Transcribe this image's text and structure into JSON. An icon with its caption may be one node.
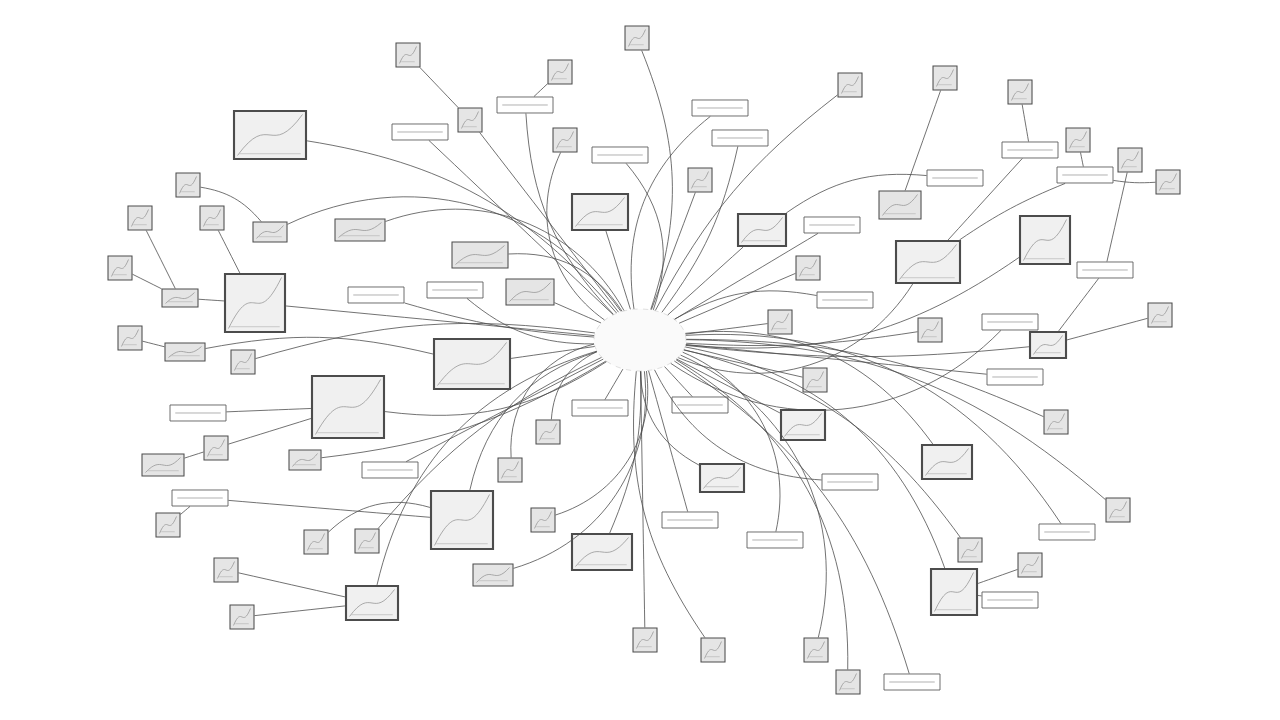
{
  "diagram": {
    "nodes": [
      {
        "text": [],
        "shape": "circle"
      },
      {
        "text": [],
        "shape": "picture"
      },
      {
        "text": [],
        "shape": "picture"
      },
      {
        "text": [],
        "shape": "picture"
      },
      {
        "text": [],
        "shape": "picture"
      },
      {
        "text": [],
        "shape": "picture"
      },
      {
        "text": [],
        "shape": "picture"
      },
      {
        "text": [],
        "shape": "picture"
      },
      {
        "text": [],
        "shape": "picture"
      },
      {
        "text": [],
        "shape": "picture"
      },
      {
        "text": [],
        "shape": "picture"
      },
      {
        "text": [],
        "shape": "picture"
      },
      {
        "text": [],
        "shape": "picture"
      },
      {
        "text": [],
        "shape": "picture"
      },
      {
        "text": [],
        "shape": "picture"
      },
      {
        "text": [],
        "shape": "picture"
      },
      {
        "text": [],
        "shape": "picture"
      },
      {
        "text": [],
        "shape": "picture"
      },
      {
        "text": [],
        "shape": "picture"
      },
      {
        "text": [],
        "shape": "picture"
      },
      {
        "text": [],
        "shape": "picture"
      },
      {
        "text": [],
        "shape": "picture"
      },
      {
        "text": [],
        "shape": "picture"
      },
      {
        "text": [],
        "shape": "picture"
      },
      {
        "text": [],
        "shape": "picture"
      },
      {
        "text": [],
        "shape": "picture"
      },
      {
        "text": [],
        "shape": "picture"
      },
      {
        "text": [],
        "shape": "picture"
      },
      {
        "text": [],
        "shape": "picture"
      },
      {
        "text": [],
        "shape": "picture"
      },
      {
        "text": [],
        "shape": "picture"
      },
      {
        "text": [],
        "shape": "picture"
      },
      {
        "text": [],
        "shape": "picture"
      },
      {
        "text": [],
        "shape": "picture"
      },
      {
        "text": [],
        "shape": "picture"
      },
      {
        "text": [],
        "shape": "picture"
      },
      {
        "text": [],
        "shape": "picture"
      },
      {
        "text": [],
        "shape": "picture"
      },
      {
        "text": [],
        "shape": "picture"
      },
      {
        "text": [],
        "shape": "picture"
      },
      {
        "text": [],
        "shape": "picture"
      },
      {
        "text": [],
        "shape": "picture"
      },
      {
        "text": [],
        "shape": "picture"
      },
      {
        "text": [],
        "shape": "picture"
      },
      {
        "text": [],
        "shape": "picture"
      },
      {
        "text": [],
        "shape": "picture"
      },
      {
        "text": [],
        "shape": "picture"
      },
      {
        "text": [],
        "shape": "picture"
      },
      {
        "text": [],
        "shape": "picture"
      },
      {
        "text": [],
        "shape": "picture"
      },
      {
        "text": [],
        "shape": "picture"
      },
      {
        "text": [],
        "shape": "picture"
      },
      {
        "text": [],
        "shape": "picture"
      },
      {
        "text": [],
        "shape": "picture"
      },
      {
        "text": [],
        "shape": "picture"
      },
      {
        "text": [],
        "shape": "picture"
      },
      {
        "text": [],
        "shape": "picture"
      },
      {
        "text": [],
        "shape": "picture"
      },
      {
        "text": [],
        "shape": "picture"
      },
      {
        "text": [],
        "shape": "picture"
      },
      {
        "text": [],
        "shape": "picture"
      },
      {
        "text": [],
        "shape": "picture"
      },
      {
        "text": [],
        "shape": "picture"
      },
      {
        "text": [],
        "shape": "picture"
      },
      {
        "text": [],
        "shape": "picture"
      },
      {
        "text": [],
        "shape": "picture"
      },
      {
        "text": [],
        "shape": "picture"
      },
      {
        "text": [],
        "shape": "box"
      },
      {
        "text": [],
        "shape": "box"
      },
      {
        "text": [],
        "shape": "box"
      },
      {
        "text": [],
        "shape": "box"
      },
      {
        "text": [],
        "shape": "box"
      },
      {
        "text": [],
        "shape": "box"
      },
      {
        "text": [],
        "shape": "box"
      },
      {
        "text": [],
        "shape": "box"
      },
      {
        "text": [],
        "shape": "box"
      },
      {
        "text": [],
        "shape": "box"
      },
      {
        "text": [],
        "shape": "box"
      },
      {
        "text": [],
        "shape": "box"
      },
      {
        "text": [],
        "shape": "box"
      },
      {
        "text": [],
        "shape": "box"
      },
      {
        "text": [],
        "shape": "box"
      },
      {
        "text": [],
        "shape": "box"
      },
      {
        "text": [],
        "shape": "box"
      },
      {
        "text": [],
        "shape": "box"
      },
      {
        "text": [],
        "shape": "box"
      },
      {
        "text": [],
        "shape": "box"
      },
      {
        "text": [],
        "shape": "box"
      },
      {
        "text": [],
        "shape": "box"
      },
      {
        "text": [],
        "shape": "box"
      },
      {
        "text": [],
        "shape": "box"
      },
      {
        "text": [],
        "shape": "box"
      },
      {
        "text": [],
        "shape": "box"
      }
    ],
    "edges": [
      {
        "from": 0,
        "to": 1,
        "arrow": "none"
      },
      {
        "from": 0,
        "to": 2,
        "arrow": "none"
      },
      {
        "from": 0,
        "to": 3,
        "arrow": "none"
      },
      {
        "from": 0,
        "to": 4,
        "arrow": "none"
      },
      {
        "from": 0,
        "to": 5,
        "arrow": "none"
      },
      {
        "from": 0,
        "to": 6,
        "arrow": "none"
      },
      {
        "from": 0,
        "to": 7,
        "arrow": "none"
      },
      {
        "from": 0,
        "to": 8,
        "arrow": "none"
      },
      {
        "from": 0,
        "to": 9,
        "arrow": "none"
      },
      {
        "from": 0,
        "to": 10,
        "arrow": "none"
      },
      {
        "from": 0,
        "to": 11,
        "arrow": "none"
      },
      {
        "from": 0,
        "to": 12,
        "arrow": "none"
      },
      {
        "from": 0,
        "to": 13,
        "arrow": "none"
      },
      {
        "from": 0,
        "to": 14,
        "arrow": "none"
      },
      {
        "from": 0,
        "to": 15,
        "arrow": "none"
      },
      {
        "from": 0,
        "to": 16,
        "arrow": "none"
      },
      {
        "from": 0,
        "to": 20,
        "arrow": "none"
      },
      {
        "from": 0,
        "to": 25,
        "arrow": "none"
      },
      {
        "from": 0,
        "to": 31,
        "arrow": "none"
      },
      {
        "from": 0,
        "to": 33,
        "arrow": "none"
      },
      {
        "from": 0,
        "to": 34,
        "arrow": "none"
      },
      {
        "from": 0,
        "to": 35,
        "arrow": "none"
      },
      {
        "from": 0,
        "to": 36,
        "arrow": "none"
      },
      {
        "from": 0,
        "to": 37,
        "arrow": "none"
      },
      {
        "from": 0,
        "to": 38,
        "arrow": "none"
      },
      {
        "from": 0,
        "to": 39,
        "arrow": "none"
      },
      {
        "from": 0,
        "to": 40,
        "arrow": "none"
      },
      {
        "from": 0,
        "to": 41,
        "arrow": "none"
      },
      {
        "from": 0,
        "to": 42,
        "arrow": "none"
      },
      {
        "from": 0,
        "to": 44,
        "arrow": "none"
      },
      {
        "from": 0,
        "to": 45,
        "arrow": "none"
      },
      {
        "from": 0,
        "to": 48,
        "arrow": "none"
      },
      {
        "from": 0,
        "to": 50,
        "arrow": "none"
      },
      {
        "from": 0,
        "to": 51,
        "arrow": "none"
      },
      {
        "from": 0,
        "to": 52,
        "arrow": "none"
      },
      {
        "from": 0,
        "to": 59,
        "arrow": "none"
      },
      {
        "from": 0,
        "to": 60,
        "arrow": "none"
      },
      {
        "from": 0,
        "to": 61,
        "arrow": "none"
      },
      {
        "from": 0,
        "to": 62,
        "arrow": "none"
      },
      {
        "from": 0,
        "to": 63,
        "arrow": "none"
      },
      {
        "from": 0,
        "to": 64,
        "arrow": "none"
      },
      {
        "from": 0,
        "to": 65,
        "arrow": "none"
      },
      {
        "from": 0,
        "to": 66,
        "arrow": "none"
      },
      {
        "from": 0,
        "to": 67,
        "arrow": "none"
      },
      {
        "from": 0,
        "to": 68,
        "arrow": "none"
      },
      {
        "from": 0,
        "to": 69,
        "arrow": "none"
      },
      {
        "from": 0,
        "to": 70,
        "arrow": "none"
      },
      {
        "from": 0,
        "to": 71,
        "arrow": "none"
      },
      {
        "from": 0,
        "to": 72,
        "arrow": "none"
      },
      {
        "from": 0,
        "to": 73,
        "arrow": "none"
      },
      {
        "from": 0,
        "to": 76,
        "arrow": "none"
      },
      {
        "from": 0,
        "to": 77,
        "arrow": "none"
      },
      {
        "from": 0,
        "to": 78,
        "arrow": "none"
      },
      {
        "from": 0,
        "to": 79,
        "arrow": "none"
      },
      {
        "from": 0,
        "to": 80,
        "arrow": "none"
      },
      {
        "from": 0,
        "to": 81,
        "arrow": "none"
      },
      {
        "from": 0,
        "to": 82,
        "arrow": "none"
      },
      {
        "from": 0,
        "to": 83,
        "arrow": "none"
      },
      {
        "from": 0,
        "to": 84,
        "arrow": "none"
      },
      {
        "from": 0,
        "to": 88,
        "arrow": "none"
      },
      {
        "from": 0,
        "to": 89,
        "arrow": "none"
      },
      {
        "from": 0,
        "to": 92,
        "arrow": "none"
      },
      {
        "from": 17,
        "to": 20,
        "arrow": "none"
      },
      {
        "from": 18,
        "to": 22,
        "arrow": "none"
      },
      {
        "from": 19,
        "to": 2,
        "arrow": "none"
      },
      {
        "from": 21,
        "to": 22,
        "arrow": "none"
      },
      {
        "from": 22,
        "to": 2,
        "arrow": "none"
      },
      {
        "from": 23,
        "to": 24,
        "arrow": "none"
      },
      {
        "from": 24,
        "to": 4,
        "arrow": "none"
      },
      {
        "from": 26,
        "to": 27,
        "arrow": "none"
      },
      {
        "from": 27,
        "to": 3,
        "arrow": "none"
      },
      {
        "from": 28,
        "to": 75,
        "arrow": "none"
      },
      {
        "from": 75,
        "to": 9,
        "arrow": "none"
      },
      {
        "from": 29,
        "to": 10,
        "arrow": "none"
      },
      {
        "from": 30,
        "to": 10,
        "arrow": "none"
      },
      {
        "from": 32,
        "to": 9,
        "arrow": "none"
      },
      {
        "from": 43,
        "to": 15,
        "arrow": "none"
      },
      {
        "from": 46,
        "to": 16,
        "arrow": "none"
      },
      {
        "from": 47,
        "to": 48,
        "arrow": "none"
      },
      {
        "from": 49,
        "to": 67,
        "arrow": "none"
      },
      {
        "from": 53,
        "to": 58,
        "arrow": "none"
      },
      {
        "from": 54,
        "to": 87,
        "arrow": "none"
      },
      {
        "from": 55,
        "to": 86,
        "arrow": "none"
      },
      {
        "from": 56,
        "to": 85,
        "arrow": "none"
      },
      {
        "from": 57,
        "to": 86,
        "arrow": "none"
      },
      {
        "from": 85,
        "to": 16,
        "arrow": "none"
      },
      {
        "from": 86,
        "to": 7,
        "arrow": "none"
      },
      {
        "from": 87,
        "to": 7,
        "arrow": "none"
      },
      {
        "from": 74,
        "to": 3,
        "arrow": "none"
      },
      {
        "from": 90,
        "to": 15,
        "arrow": "none"
      },
      {
        "from": 91,
        "to": 6,
        "arrow": "none"
      }
    ]
  }
}
